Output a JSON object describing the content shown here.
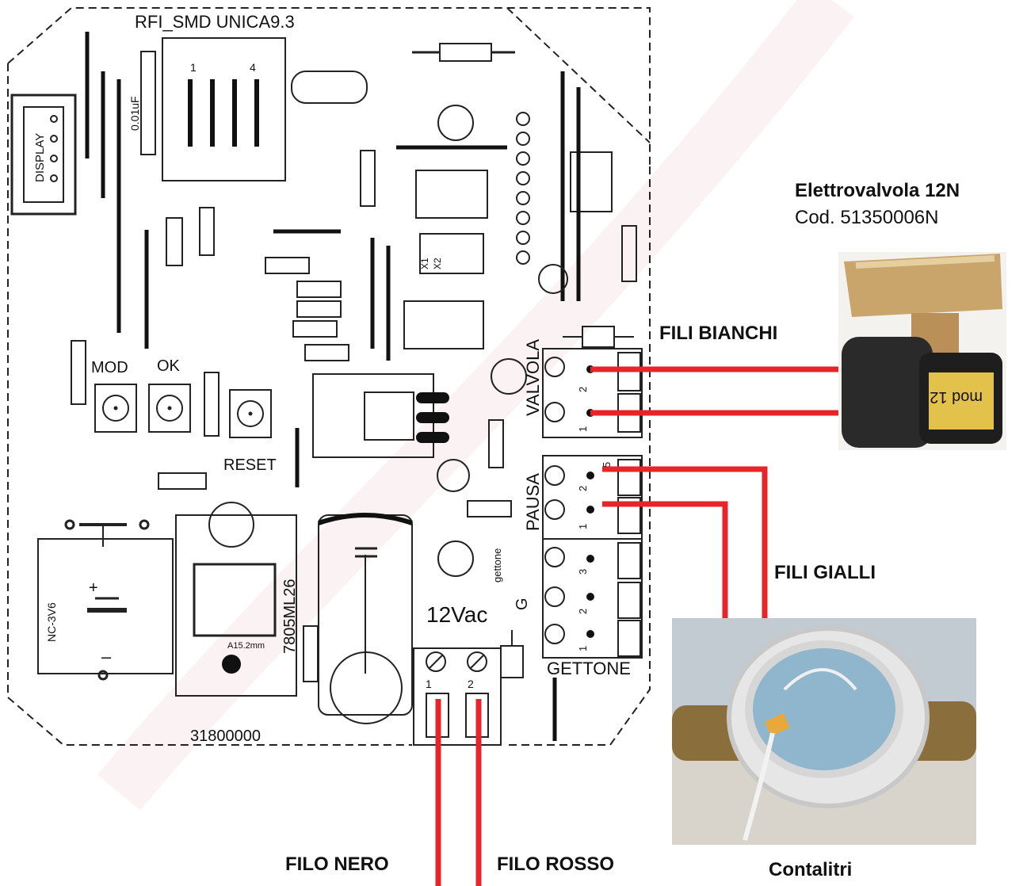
{
  "board": {
    "title": "RFI_SMD UNICA9.3",
    "code": "31800000",
    "capacitor_value": "0.01uF",
    "display_label": "DISPLAY",
    "pin_4": "4",
    "pin_1": "1",
    "button_mod": "MOD",
    "button_ok": "OK",
    "button_reset": "RESET",
    "battery_label": "NC-3V6",
    "regulator": "7805ML26",
    "buzzer_label": "A15.2mm",
    "ic_labels": [
      "X1",
      "X2"
    ],
    "supply": "12Vac",
    "gettone_small": "gettone",
    "g_label": "G",
    "connector_valvola": "VALVOLA",
    "connector_pausa": "PAUSA",
    "connector_gettone": "GETTONE",
    "pins": [
      "1",
      "2",
      "3",
      "5"
    ]
  },
  "labels": {
    "valve_title": "Elettrovalvola 12N",
    "valve_code": "Cod. 51350006N",
    "valve_marking": "mod 12",
    "white_wires": "FILI BIANCHI",
    "yellow_wires": "FILI GIALLI",
    "black_wire": "FILO NERO",
    "red_wire": "FILO ROSSO",
    "meter": "Contalitri"
  },
  "colors": {
    "wire": "#e8242b",
    "brass": "#c9a56b",
    "coil": "#2a2a2a",
    "meter_body": "#e6e6e6",
    "meter_water": "#8fb6cc",
    "watermark": "#f3d9dc"
  }
}
